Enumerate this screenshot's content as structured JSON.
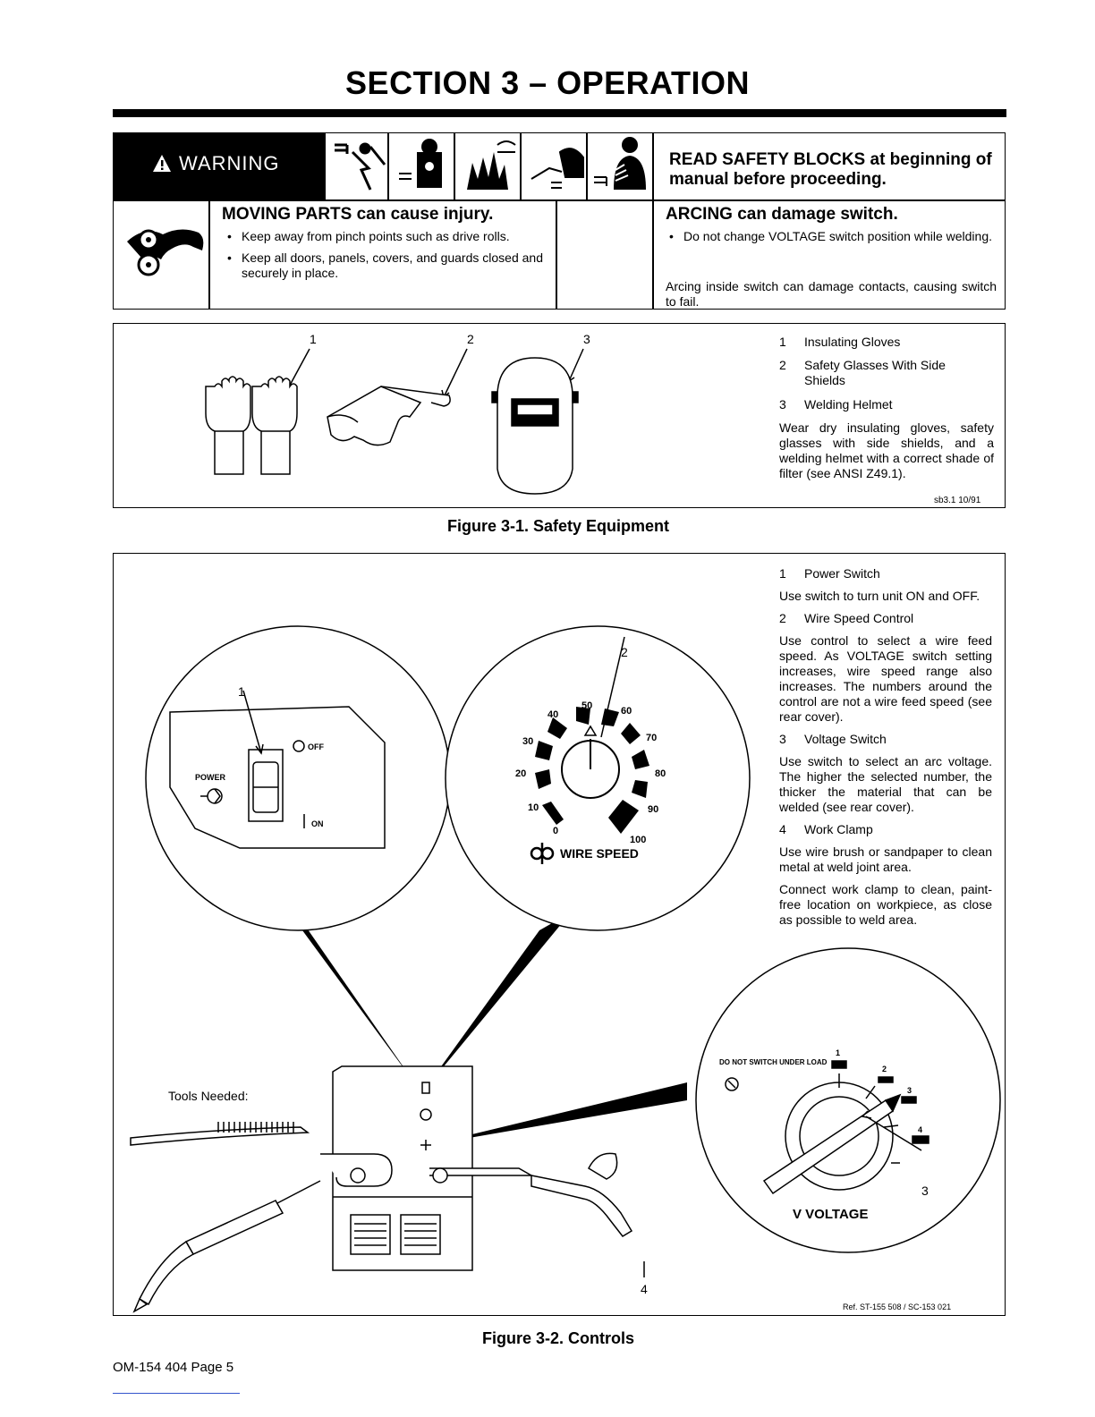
{
  "page": {
    "title": "SECTION 3 – OPERATION",
    "footer": "OM-154 404 Page 5"
  },
  "warning": {
    "label": "WARNING",
    "read_safety": "READ SAFETY BLOCKS at beginning of manual before proceeding.",
    "moving": {
      "title": "MOVING PARTS can cause injury.",
      "bullets": [
        "Keep away from pinch points such as drive rolls.",
        "Keep all doors, panels, covers, and guards closed and securely in place."
      ]
    },
    "arcing": {
      "title": "ARCING can damage switch.",
      "bullets": [
        "Do not change VOLTAGE switch position while welding."
      ],
      "note": "Arcing inside switch can damage contacts, causing switch to fail."
    }
  },
  "figure1": {
    "caption": "Figure 3-1. Safety Equipment",
    "callouts": [
      "1",
      "2",
      "3"
    ],
    "legend": [
      {
        "num": "1",
        "text": "Insulating Gloves"
      },
      {
        "num": "2",
        "text": "Safety Glasses With Side Shields"
      },
      {
        "num": "3",
        "text": "Welding Helmet"
      }
    ],
    "description": "Wear dry insulating gloves, safety glasses with side shields, and a welding helmet with a correct shade of filter (see ANSI Z49.1).",
    "ref": "sb3.1 10/91"
  },
  "figure2": {
    "caption": "Figure 3-2. Controls",
    "legend": [
      {
        "num": "1",
        "title": "Power Switch",
        "texts": [
          "Use switch to turn unit ON and OFF."
        ]
      },
      {
        "num": "2",
        "title": "Wire Speed Control",
        "texts": [
          "Use control to select a wire feed speed. As VOLTAGE switch setting increases, wire speed range also increases. The numbers around the control are not a wire feed speed (see rear cover)."
        ]
      },
      {
        "num": "3",
        "title": "Voltage Switch",
        "texts": [
          "Use switch to select an arc voltage. The higher the selected number, the thicker the material that can be welded (see rear cover)."
        ]
      },
      {
        "num": "4",
        "title": "Work Clamp",
        "texts": [
          "Use wire brush or sandpaper to clean metal at weld joint area.",
          "Connect work clamp to clean, paint-free location on workpiece, as close as possible to weld area."
        ]
      }
    ],
    "power_panel": {
      "callout": "1",
      "power": "POWER",
      "off": "OFF",
      "on": "ON"
    },
    "wire_speed": {
      "callout": "2",
      "label": "WIRE SPEED",
      "scale": [
        "0",
        "10",
        "20",
        "30",
        "40",
        "50",
        "60",
        "70",
        "80",
        "90",
        "100"
      ]
    },
    "voltage": {
      "callout": "3",
      "label": "V VOLTAGE",
      "warning": "DO NOT SWITCH UNDER LOAD",
      "positions": [
        "1",
        "2",
        "3",
        "4"
      ]
    },
    "work_clamp_callout": "4",
    "tools_needed": "Tools Needed:",
    "ref": "Ref. ST-155 508 / SC-153 021"
  }
}
